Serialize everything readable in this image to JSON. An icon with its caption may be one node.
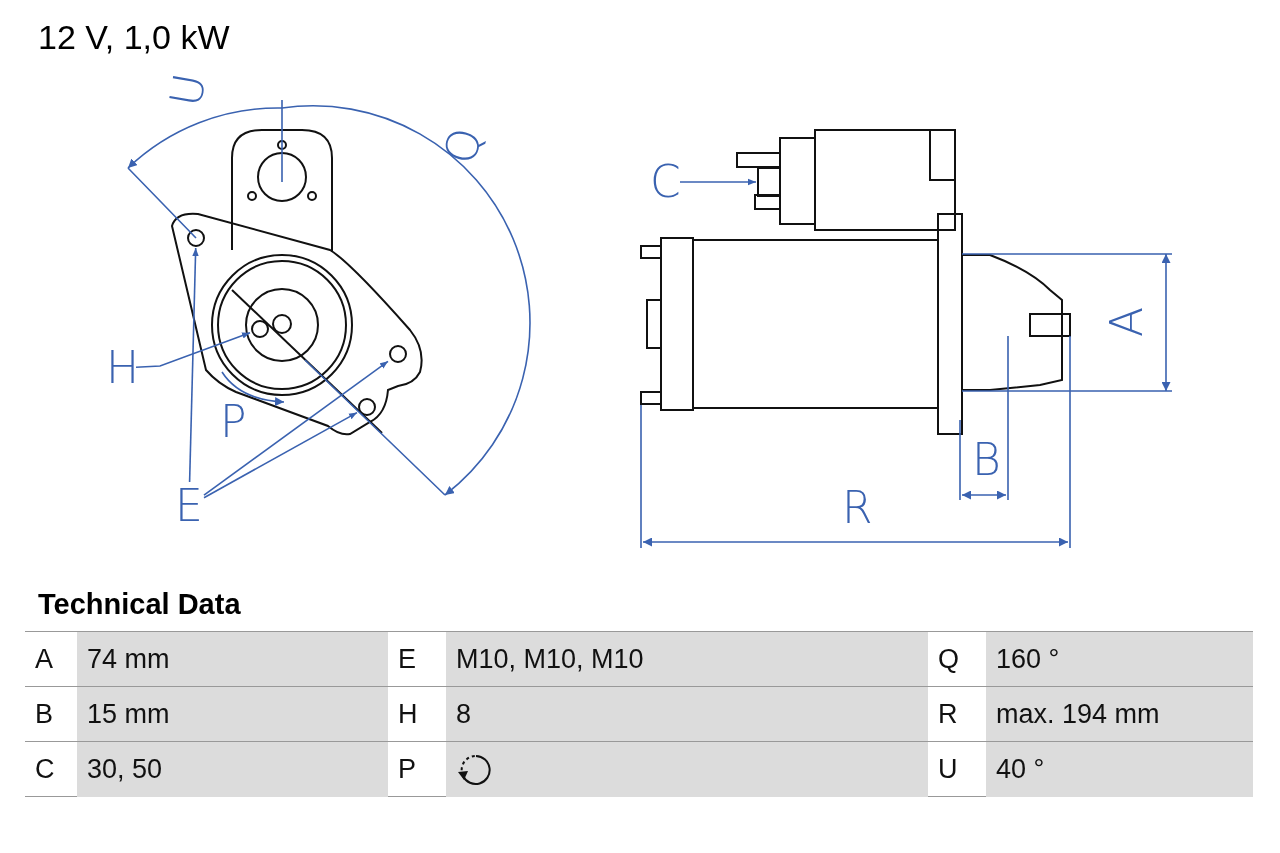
{
  "diagram": {
    "title": "12 V, 1,0 kW",
    "nodes": [
      {
        "text": [
          "C"
        ]
      },
      {
        "text": [],
        "shape": "box"
      },
      {
        "text": [
          "H"
        ]
      },
      {
        "text": [],
        "shape": "circle"
      },
      {
        "text": [
          "E"
        ]
      },
      {
        "text": [],
        "shape": "circle"
      },
      {
        "text": [],
        "shape": "circle"
      },
      {
        "text": [],
        "shape": "circle"
      }
    ],
    "edges": [
      {
        "from": 0,
        "to": 1,
        "arrow": "to"
      },
      {
        "from": 2,
        "to": 3,
        "arrow": "to"
      },
      {
        "from": 4,
        "to": 5,
        "arrow": "to"
      },
      {
        "from": 4,
        "to": 6,
        "arrow": "to"
      },
      {
        "from": 4,
        "to": 7,
        "arrow": "to"
      }
    ],
    "labels": [
      "U",
      "Q",
      "P",
      "A",
      "B",
      "R",
      "Technical Data",
      "A",
      "74 mm",
      "E",
      "M10, M10, M10",
      "Q",
      "160 °",
      "B",
      "15 mm",
      "H",
      "8",
      "R",
      "max. 194 mm",
      "C",
      "30, 50",
      "P",
      "U",
      "40 °"
    ]
  }
}
